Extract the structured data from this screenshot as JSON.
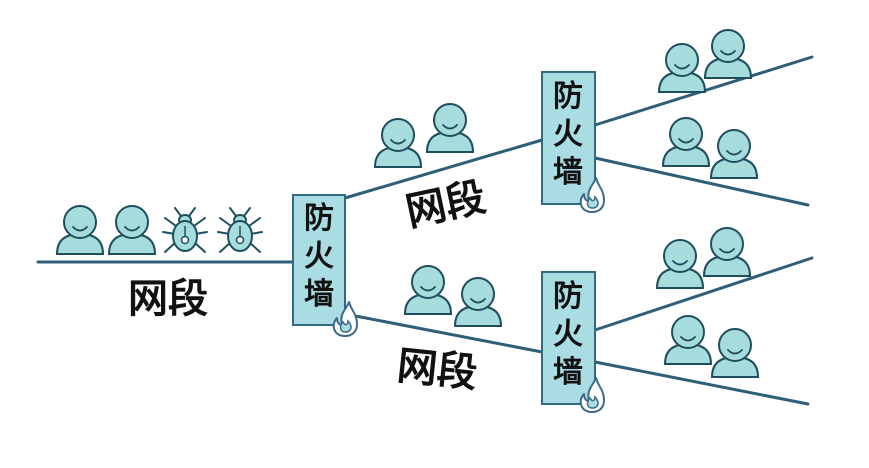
{
  "segments": {
    "main": "网段",
    "upper": "网段",
    "lower": "网段"
  },
  "firewalls": {
    "center": [
      "防",
      "火",
      "墙"
    ],
    "upper": [
      "防",
      "火",
      "墙"
    ],
    "lower": [
      "防",
      "火",
      "墙"
    ]
  },
  "colors": {
    "figure_fill": "#a7dcdc",
    "figure_stroke": "#1f4e5e",
    "firewall_fill": "#a9dde3",
    "firewall_stroke": "#2f6a80",
    "line": "#2f5e78",
    "flame": "#3d6a88"
  },
  "icons": [
    "person-icon",
    "bug-icon",
    "flame-icon"
  ]
}
